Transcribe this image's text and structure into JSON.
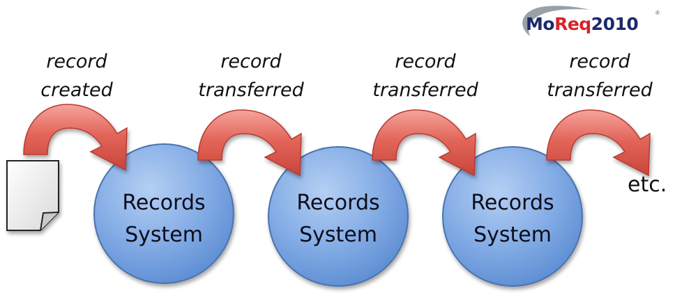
{
  "logo": {
    "text_part1": "Mo",
    "text_accent": "Req",
    "text_part2": "2010",
    "registered_mark": "®"
  },
  "steps": [
    {
      "label_line1": "record",
      "label_line2": "created"
    },
    {
      "label_line1": "record",
      "label_line2": "transferred"
    },
    {
      "label_line1": "record",
      "label_line2": "transferred"
    },
    {
      "label_line1": "record",
      "label_line2": "transferred"
    }
  ],
  "systems": [
    {
      "line1": "Records",
      "line2": "System"
    },
    {
      "line1": "Records",
      "line2": "System"
    },
    {
      "line1": "Records",
      "line2": "System"
    }
  ],
  "end_label": "etc.",
  "colors": {
    "circle_fill": "#7fa9e3",
    "circle_stroke": "#4a72b0",
    "arrow_fill": "#e0665d",
    "arrow_stroke": "#c0392b",
    "logo_navy": "#1c2a6c",
    "logo_red": "#d8232a"
  },
  "icons": {
    "document": "document-page-icon",
    "arrow": "curved-arrow-icon"
  }
}
